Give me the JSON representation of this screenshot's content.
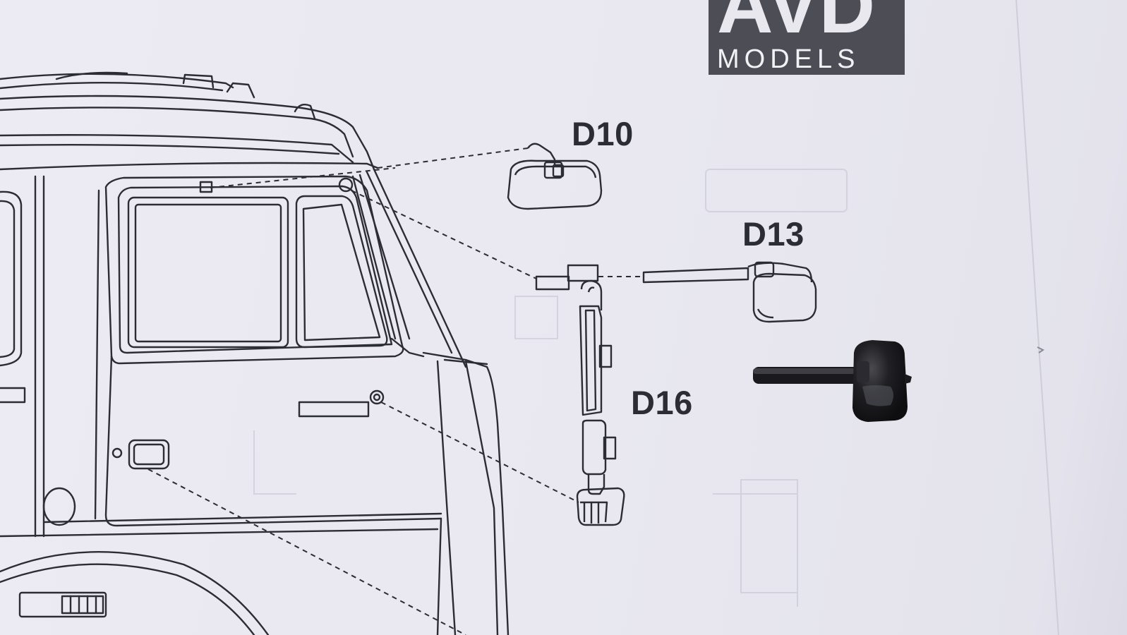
{
  "logo": {
    "brand": "AVD",
    "sub": "MODELS"
  },
  "parts": {
    "d10": "D10",
    "d13": "D13",
    "d16": "D16"
  },
  "colors": {
    "ink": "#2c2c34",
    "paper": "#e9e8f0",
    "logo_bg": "#4d4d56",
    "part_black": "#1e1e22"
  }
}
